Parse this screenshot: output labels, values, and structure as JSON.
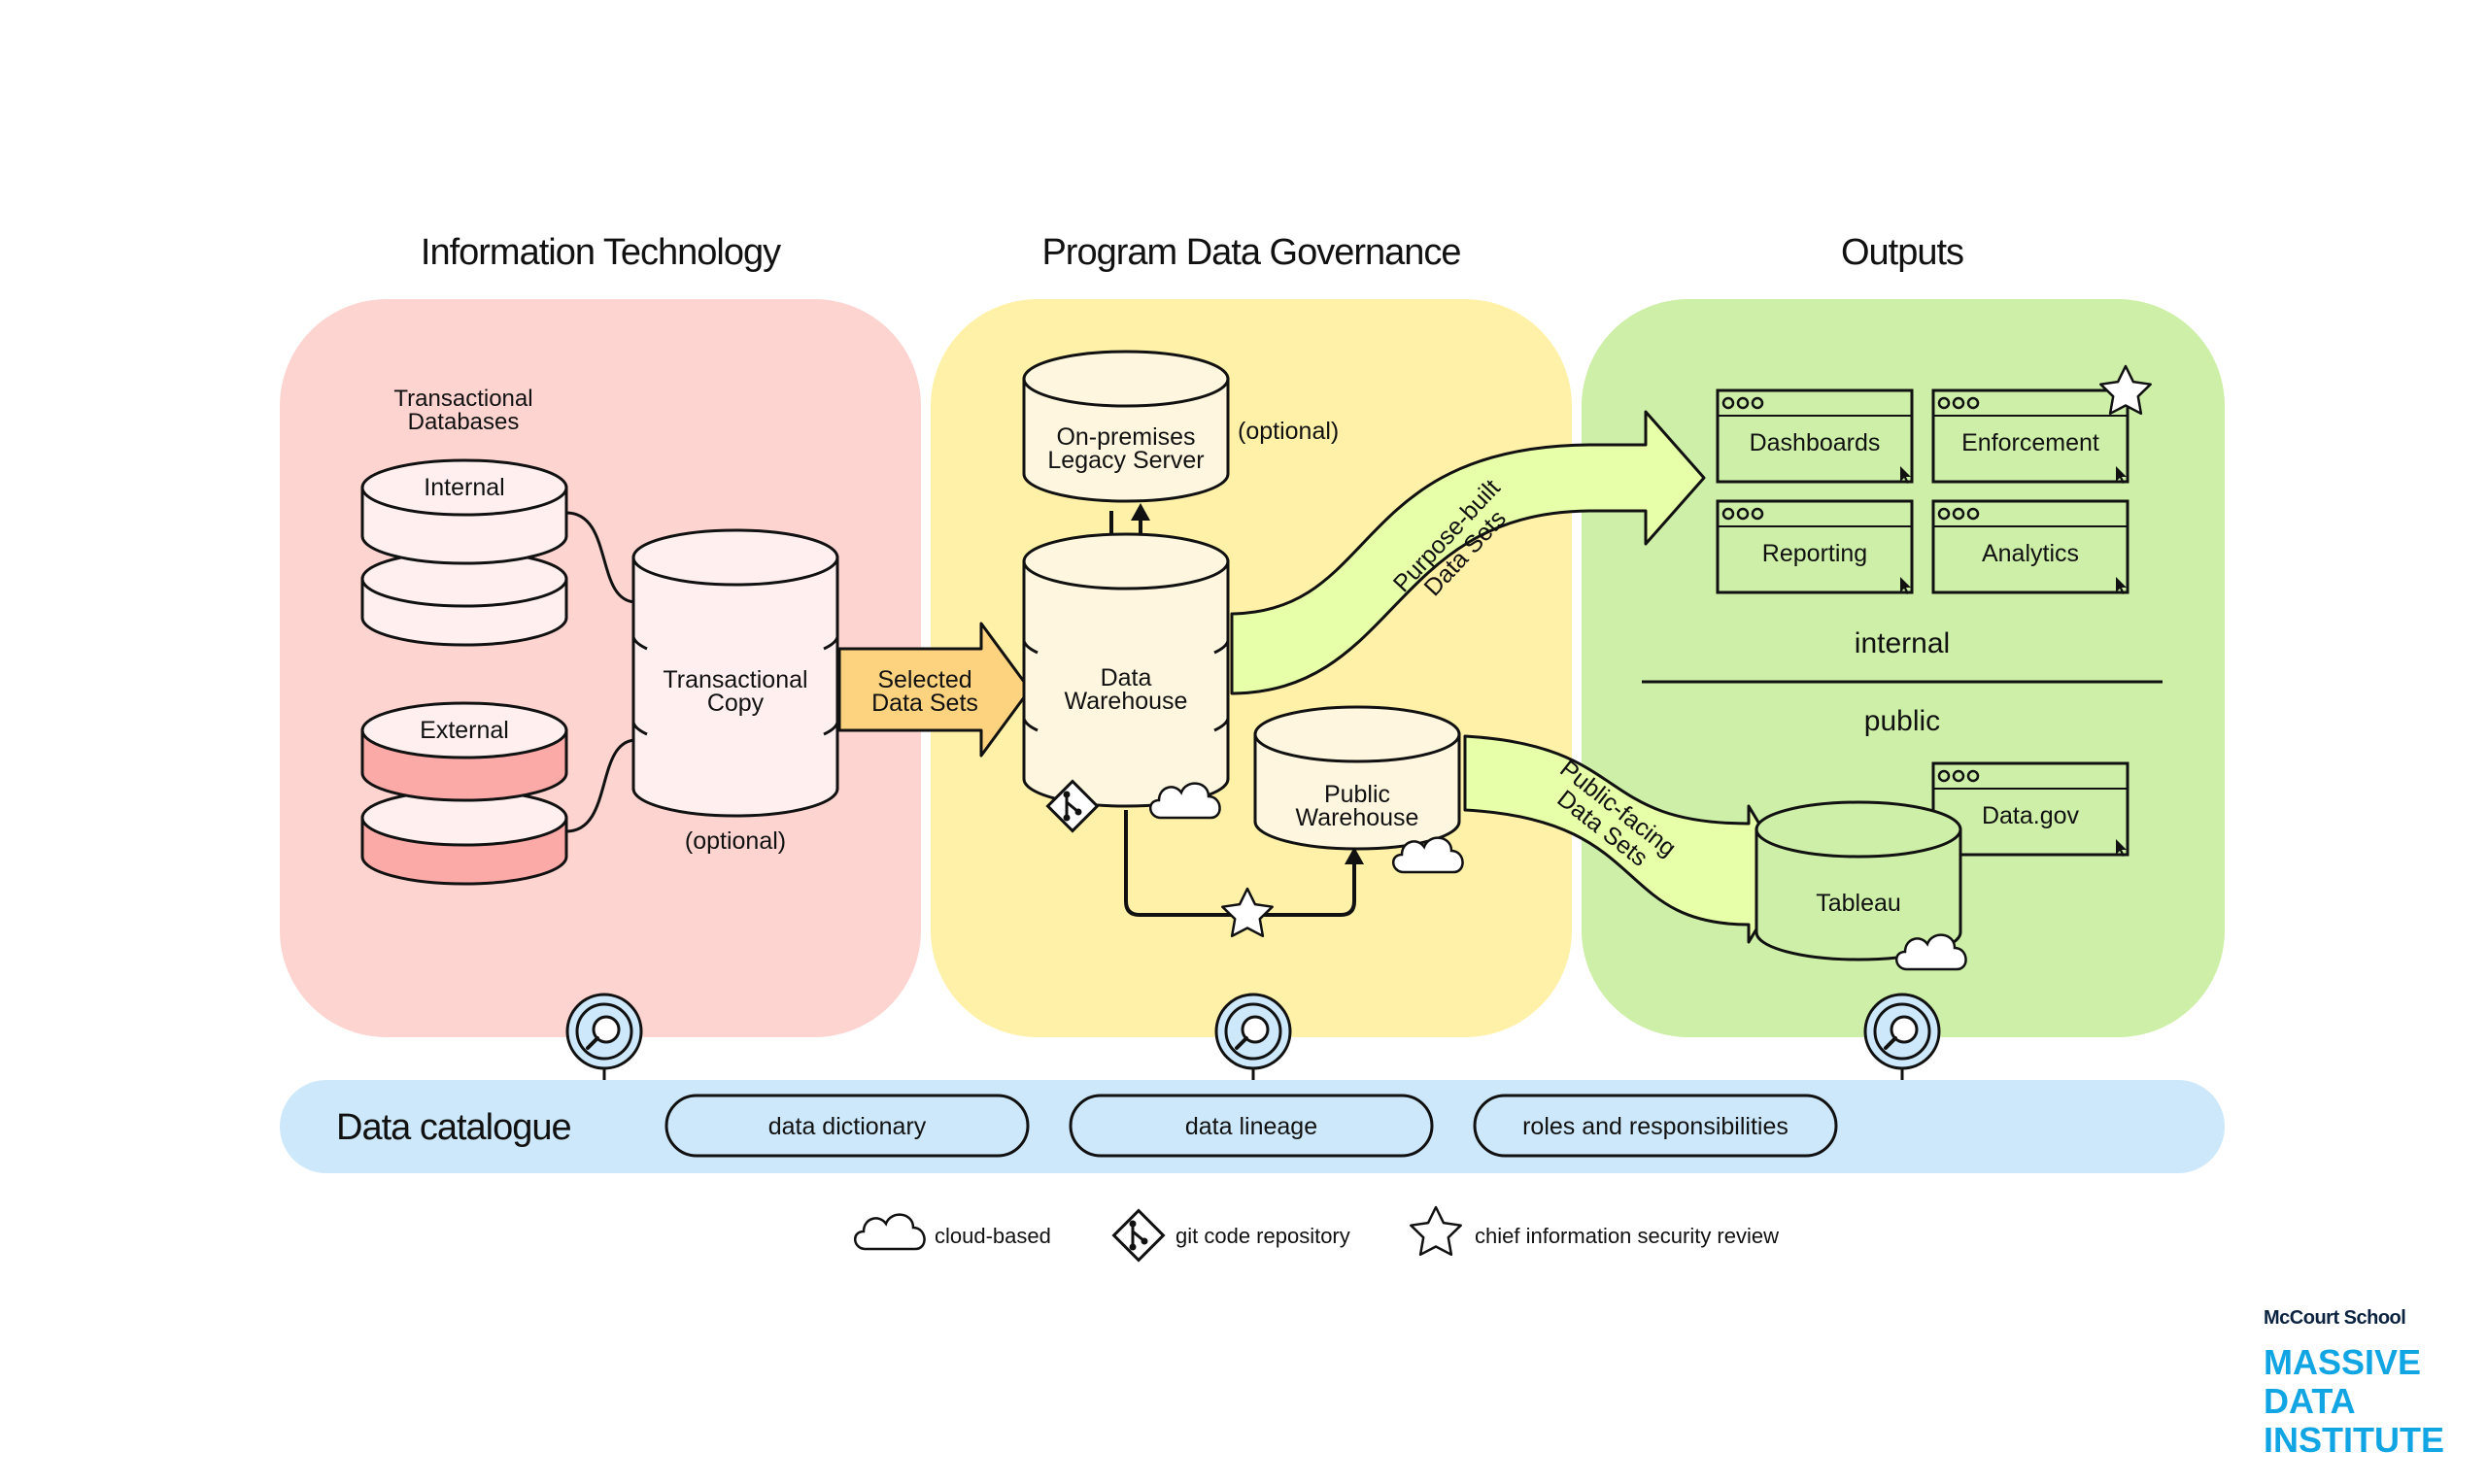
{
  "sections": {
    "it": "Information Technology",
    "pdg": "Program Data Governance",
    "outputs": "Outputs"
  },
  "it": {
    "transactional_line1": "Transactional",
    "transactional_line2": "Databases",
    "internal": "Internal",
    "external": "External",
    "copy_line1": "Transactional",
    "copy_line2": "Copy",
    "optional": "(optional)"
  },
  "arrows": {
    "selected_line1": "Selected",
    "selected_line2": "Data Sets",
    "purpose_line1": "Purpose-built",
    "purpose_line2": "Data Sets",
    "public_line1": "Public-facing",
    "public_line2": "Data Sets"
  },
  "pdg": {
    "legacy_line1": "On-premises",
    "legacy_line2": "Legacy Server",
    "legacy_optional": "(optional)",
    "dw_line1": "Data",
    "dw_line2": "Warehouse",
    "pw_line1": "Public",
    "pw_line2": "Warehouse"
  },
  "outputs": {
    "internal_apps": [
      "Dashboards",
      "Enforcement",
      "Reporting",
      "Analytics"
    ],
    "internal_label": "internal",
    "public_label": "public",
    "tableau": "Tableau",
    "datagov": "Data.gov"
  },
  "catalogue": {
    "title": "Data catalogue",
    "pills": [
      "data dictionary",
      "data lineage",
      "roles and responsibilities"
    ]
  },
  "legend": {
    "cloud": "cloud-based",
    "git": "git code repository",
    "star": "chief information security review"
  },
  "brand": {
    "school": "McCourt School",
    "line1": "MASSIVE",
    "line2": "DATA",
    "line3": "INSTITUTE"
  },
  "colors": {
    "it_panel": "#fdd4d0",
    "pdg_panel": "#fff1a8",
    "outputs_panel": "#cdefa8",
    "catalogue_band": "#cde8fa",
    "cylinder_fill": "#fff6df",
    "internal_cylinder": "#fff0ef",
    "external_cylinder": "#fcaaa8",
    "selected_arrow": "#fdd37f",
    "green_arrow": "#e6ffa8",
    "brand_blue": "#12a5e3",
    "brand_navy": "#0b2340"
  }
}
